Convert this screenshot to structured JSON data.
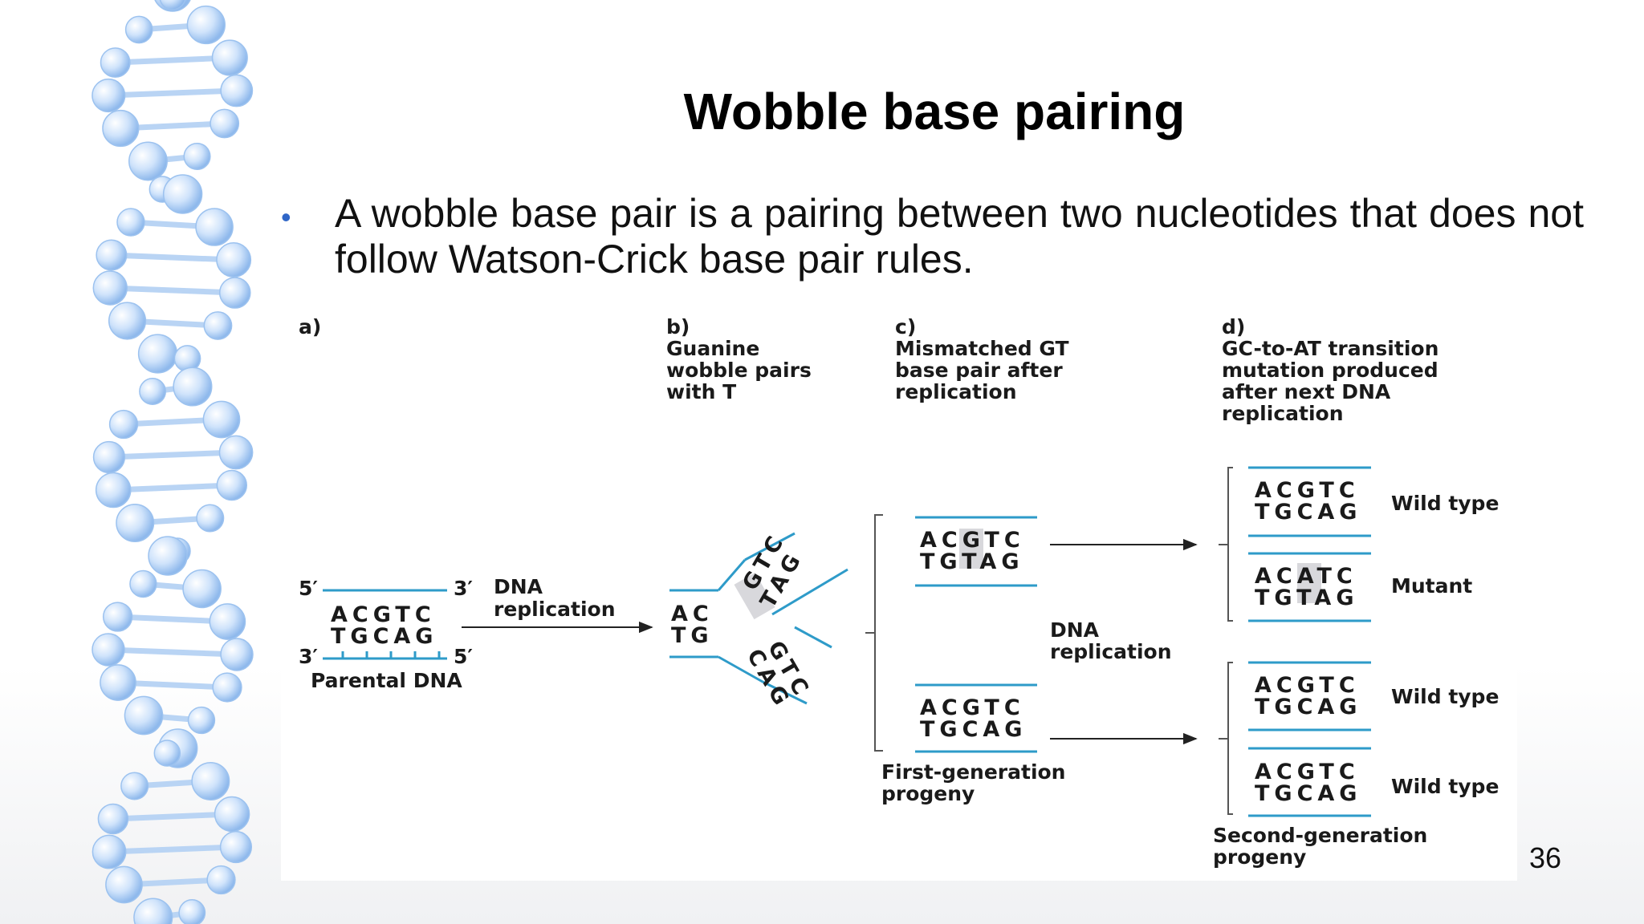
{
  "slide": {
    "title": "Wobble base pairing",
    "bullet": "A wobble base pair is a pairing between two nucleotides that does not follow Watson-Crick base pair rules.",
    "page_number": "36"
  },
  "figure": {
    "panels": {
      "a": {
        "tag": "a)",
        "end_5_top": "5′",
        "end_3_top": "3′",
        "end_3_bottom": "3′",
        "end_5_bottom": "5′",
        "top_strand": "ACGTC",
        "bottom_strand": "TGCAG",
        "caption": "Parental DNA",
        "arrow_label_1": "DNA",
        "arrow_label_2": "replication"
      },
      "b": {
        "tag": "b)",
        "heading": [
          "Guanine",
          "wobble pairs",
          "with T"
        ],
        "fork_top": "AC",
        "fork_bottom": "TG",
        "upper_arm_1": "GTC",
        "upper_arm_2": "TAG",
        "lower_arm_1": "GTC",
        "lower_arm_2": "CAG"
      },
      "c": {
        "tag": "c)",
        "heading": [
          "Mismatched GT",
          "base pair after",
          "replication"
        ],
        "upper_top": "ACGTC",
        "upper_bottom": "TGTAG",
        "lower_top": "ACGTC",
        "lower_bottom": "TGCAG",
        "caption": [
          "First-generation",
          "progeny"
        ],
        "replication_label": [
          "DNA",
          "replication"
        ]
      },
      "d": {
        "tag": "d)",
        "heading": [
          "GC-to-AT transition",
          "mutation produced",
          "after next DNA",
          "replication"
        ],
        "rows": [
          {
            "top": "ACGTC",
            "bottom": "TGCAG",
            "label": "Wild type"
          },
          {
            "top": "ACATC",
            "bottom": "TGTAG",
            "label": "Mutant"
          },
          {
            "top": "ACGTC",
            "bottom": "TGCAG",
            "label": "Wild type"
          },
          {
            "top": "ACGTC",
            "bottom": "TGCAG",
            "label": "Wild type"
          }
        ],
        "caption": [
          "Second-generation",
          "progeny"
        ]
      }
    },
    "colors": {
      "strand": "#2e9bc9",
      "highlight": "#d8d8dc",
      "text": "#1a1a1a"
    }
  }
}
